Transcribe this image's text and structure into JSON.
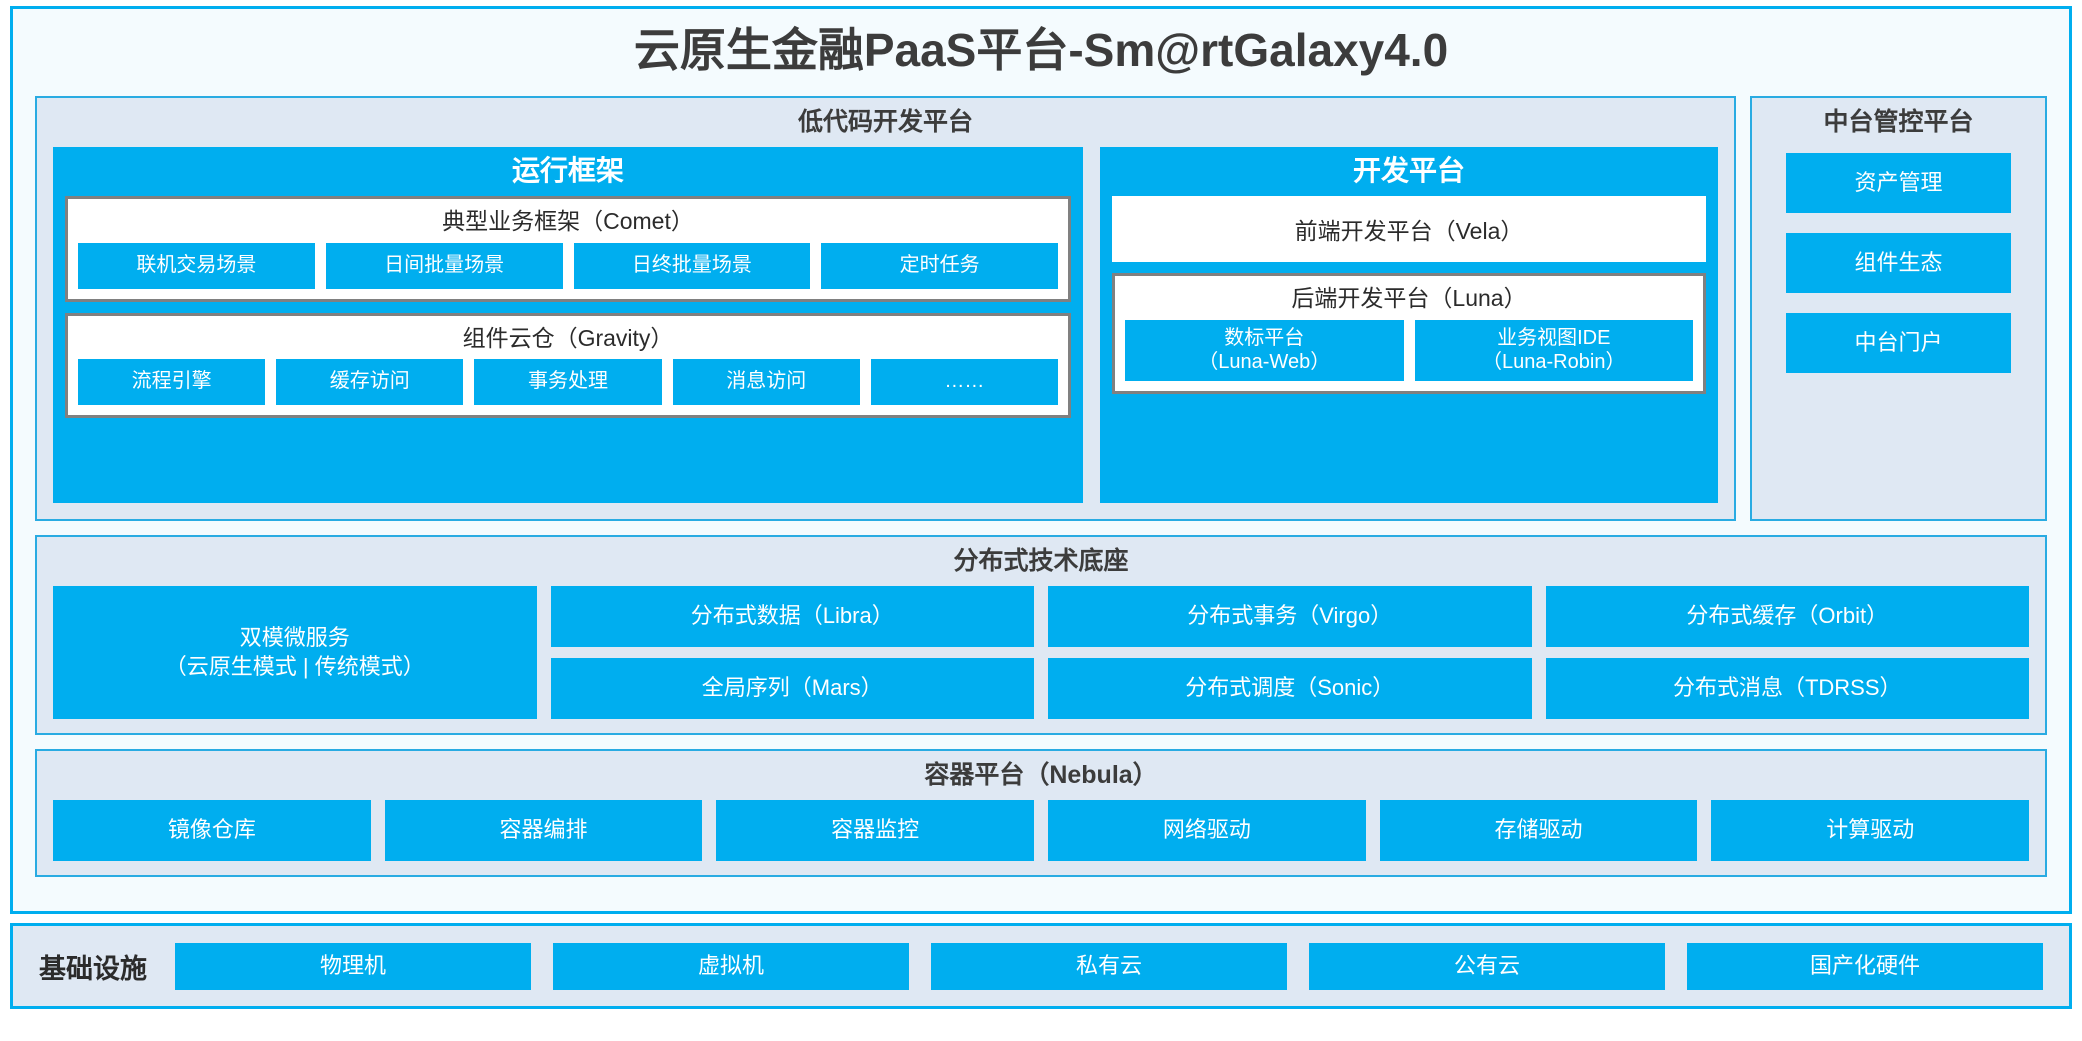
{
  "page": {
    "title": "云原生金融PaaS平台-Sm@rtGalaxy4.0",
    "accent_color": "#00AEEF",
    "panel_bg_color": "#DFE8F3",
    "panel_border_color": "#29ABE2",
    "card_bg_color": "#F4FBFE",
    "text_color": "#3C3C3C"
  },
  "lowcode": {
    "title": "低代码开发平台",
    "runtime": {
      "title": "运行框架",
      "comet": {
        "title": "典型业务框架（Comet）",
        "items": [
          {
            "label": "联机交易场景"
          },
          {
            "label": "日间批量场景"
          },
          {
            "label": "日终批量场景"
          },
          {
            "label": "定时任务"
          }
        ]
      },
      "gravity": {
        "title": "组件云仓（Gravity）",
        "items": [
          {
            "label": "流程引擎"
          },
          {
            "label": "缓存访问"
          },
          {
            "label": "事务处理"
          },
          {
            "label": "消息访问"
          },
          {
            "label": "……"
          }
        ]
      }
    },
    "devplatform": {
      "title": "开发平台",
      "frontend": {
        "label": "前端开发平台（Vela）"
      },
      "backend": {
        "title": "后端开发平台（Luna）",
        "items": [
          {
            "line1": "数标平台",
            "line2": "（Luna-Web）"
          },
          {
            "line1": "业务视图IDE",
            "line2": "（Luna-Robin）"
          }
        ]
      }
    }
  },
  "midoffice": {
    "title": "中台管控平台",
    "items": [
      {
        "label": "资产管理"
      },
      {
        "label": "组件生态"
      },
      {
        "label": "中台门户"
      }
    ]
  },
  "distributed_base": {
    "title": "分布式技术底座",
    "microservice": {
      "line1": "双模微服务",
      "line2": "（云原生模式 | 传统模式）"
    },
    "columns": [
      {
        "top": "分布式数据（Libra）",
        "bottom": "全局序列（Mars）"
      },
      {
        "top": "分布式事务（Virgo）",
        "bottom": "分布式调度（Sonic）"
      },
      {
        "top": "分布式缓存（Orbit）",
        "bottom": "分布式消息（TDRSS）"
      }
    ]
  },
  "container_platform": {
    "title": "容器平台（Nebula）",
    "items": [
      {
        "label": "镜像仓库"
      },
      {
        "label": "容器编排"
      },
      {
        "label": "容器监控"
      },
      {
        "label": "网络驱动"
      },
      {
        "label": "存储驱动"
      },
      {
        "label": "计算驱动"
      }
    ]
  },
  "infrastructure": {
    "label": "基础设施",
    "items": [
      {
        "label": "物理机"
      },
      {
        "label": "虚拟机"
      },
      {
        "label": "私有云"
      },
      {
        "label": "公有云"
      },
      {
        "label": "国产化硬件"
      }
    ]
  }
}
